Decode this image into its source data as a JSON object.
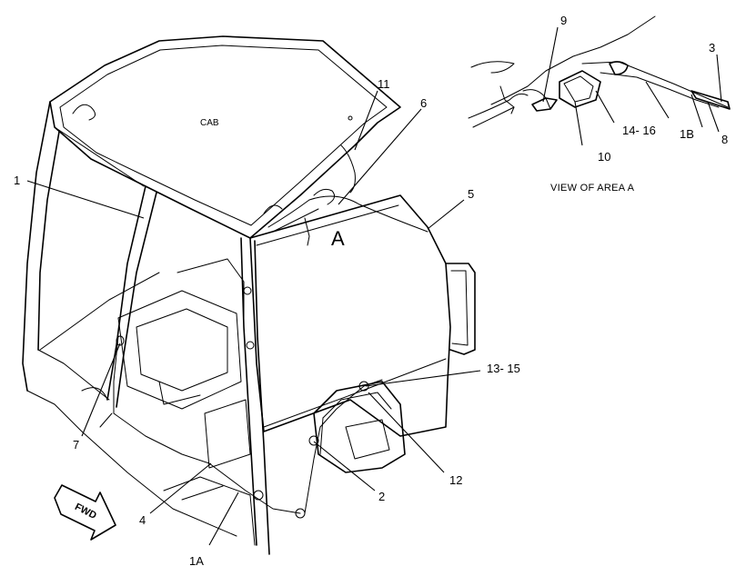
{
  "labels": {
    "cab": "CAB",
    "area": "A",
    "view_caption": "VIEW OF AREA  A",
    "fwd": "FWD"
  },
  "callouts": {
    "c1": "1",
    "c1a": "1A",
    "c1b": "1B",
    "c2": "2",
    "c3": "3",
    "c4": "4",
    "c5": "5",
    "c6": "6",
    "c7": "7",
    "c8": "8",
    "c9": "9",
    "c10": "10",
    "c11": "11",
    "c12": "12",
    "c13_15": "13- 15",
    "c14_16": "14- 16"
  }
}
